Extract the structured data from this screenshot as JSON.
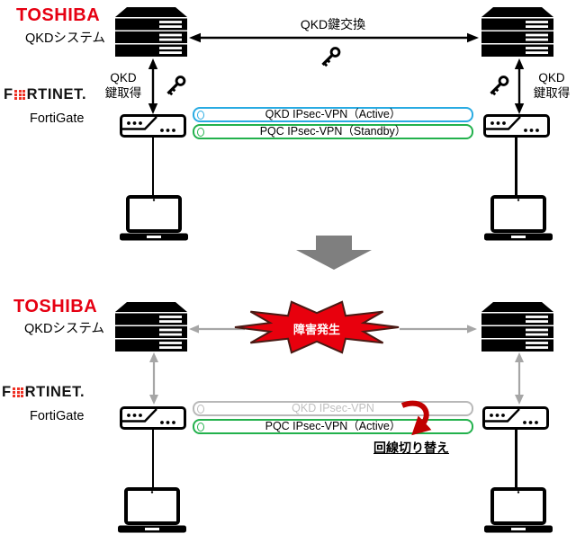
{
  "colors": {
    "toshiba_red": "#e60012",
    "fortinet_red": "#ee3124",
    "active_blue": "#29abe2",
    "pqc_green": "#22b14c",
    "inactive_gray": "#bfbfbf",
    "link_arrow_gray": "#a6a6a6",
    "transition_arrow_gray": "#7f7f7f",
    "failure_red": "#e8000d",
    "switch_arrow_red": "#c00000"
  },
  "logos": {
    "toshiba": "TOSHIBA",
    "fortinet_f": "F",
    "fortinet_rest": "RTINET.",
    "fortigate": "FortiGate"
  },
  "labels": {
    "qkd_system": "QKDシステム",
    "qkd_key_exchange": "QKD鍵交換",
    "qkd_key_acquire_line1": "QKD",
    "qkd_key_acquire_line2": "鍵取得"
  },
  "top_panel": {
    "bars": [
      {
        "label": "QKD IPsec-VPN（Active）",
        "state": "active"
      },
      {
        "label": "PQC IPsec-VPN（Standby）",
        "state": "standby"
      }
    ]
  },
  "bottom_panel": {
    "failure_label": "障害発生",
    "bars": [
      {
        "label": "QKD IPsec-VPN",
        "state": "down"
      },
      {
        "label": "PQC IPsec-VPN（Active）",
        "state": "active"
      }
    ],
    "switch_label": "回線切り替え"
  }
}
